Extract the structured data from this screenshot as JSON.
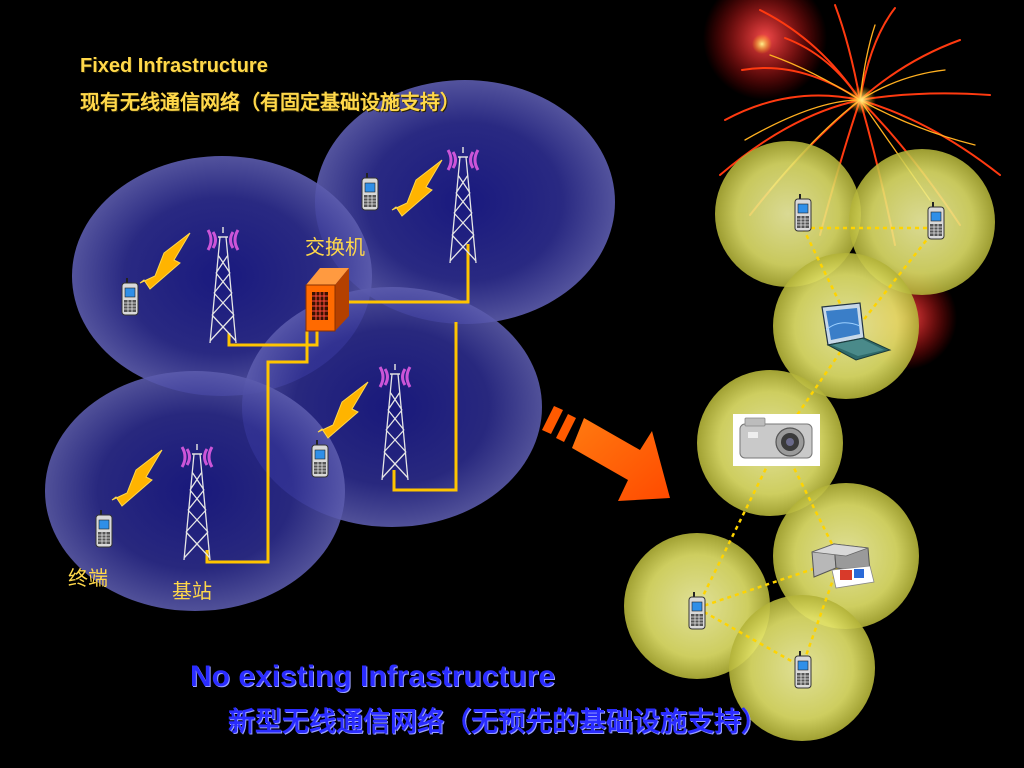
{
  "fixed_infrastructure": {
    "title_en": "Fixed Infrastructure",
    "title_zh": "现有无线通信网络（有固定基础设施支持）",
    "label_switch": "交换机",
    "label_terminal": "终端",
    "label_base_station": "基站"
  },
  "ad_hoc": {
    "caption_en": "No existing Infrastructure",
    "caption_zh": "新型无线通信网络（无预先的基础设施支持）"
  },
  "icons": [
    "cell-tower-icon",
    "mobile-phone-icon",
    "lightning-bolt-icon",
    "switch-box-icon",
    "laptop-icon",
    "digital-camera-icon",
    "printer-icon",
    "firework-icon",
    "arrow-icon"
  ],
  "colors": {
    "background": "#000000",
    "label_yellow": "#ffd84a",
    "caption_blue": "#2a2cff",
    "cell_blue": "#3a3a9a",
    "adhoc_yellow": "#e8e870",
    "wire": "#ffc400",
    "arrow": "#ff5a00"
  }
}
